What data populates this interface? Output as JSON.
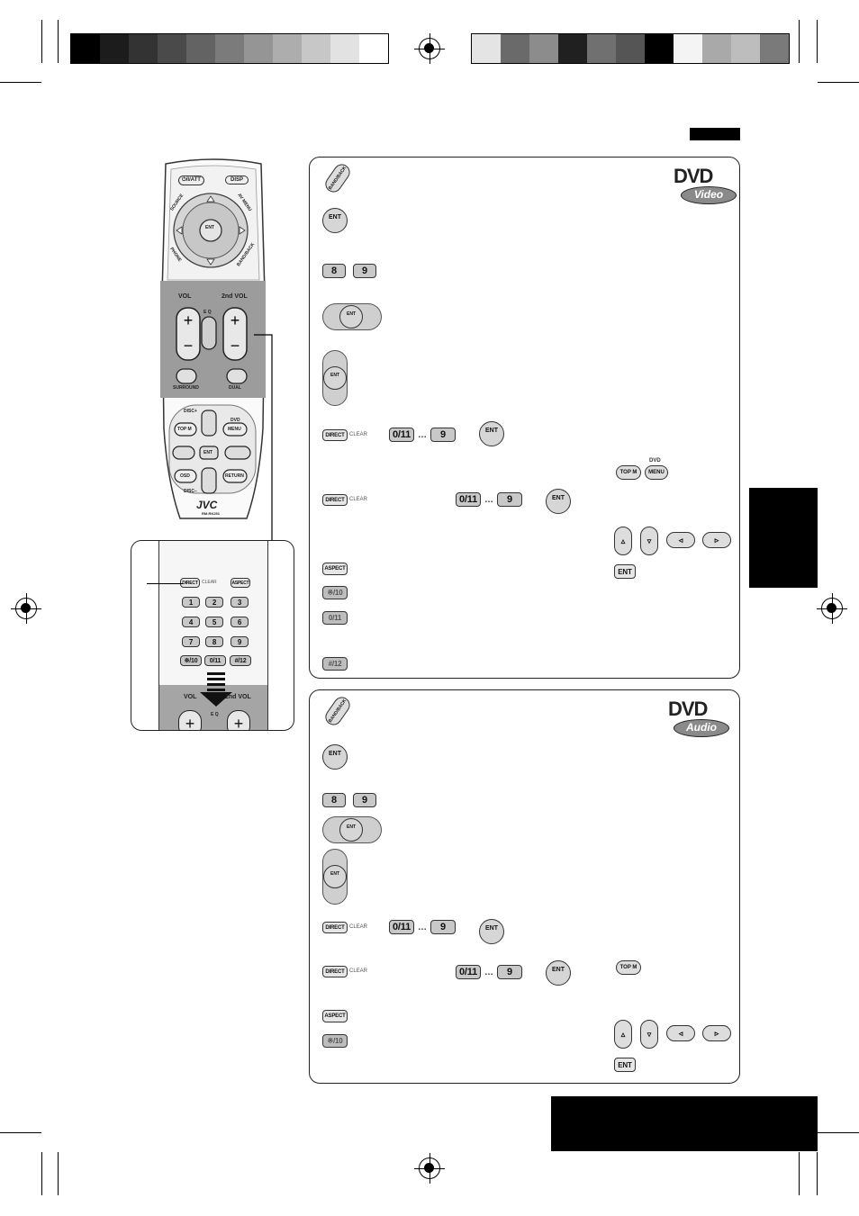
{
  "colors": {
    "calibration_left": [
      "#000000",
      "#1c1c1c",
      "#333333",
      "#4a4a4a",
      "#636363",
      "#7b7b7b",
      "#959595",
      "#adadad",
      "#c7c7c7",
      "#e2e2e2",
      "#ffffff"
    ],
    "calibration_right": [
      "#e4e4e4",
      "#6a6a6a",
      "#8c8c8c",
      "#202020",
      "#707070",
      "#555555",
      "#000000",
      "#f4f4f4",
      "#a9a9a9",
      "#bdbdbd",
      "#7a7a7a"
    ]
  },
  "remote": {
    "power": "⏻/I/ATT",
    "disp": "DISP",
    "source": "SOURCE",
    "av_menu": "AV MENU",
    "ent": "ENT",
    "phone": "PHONE",
    "band_back": "BAND/BACK",
    "vol": "VOL",
    "vol2": "2nd VOL",
    "eq": "E Q",
    "surround": "SURROUND",
    "dual": "DUAL",
    "disc_plus": "DISC+",
    "disc_minus": "DISC−",
    "topm": "TOP M",
    "dvd_menu_top": "DVD",
    "menu": "MENU",
    "osd": "OSD",
    "return": "RETURN",
    "brand": "JVC",
    "model": "RM-RK251"
  },
  "keypad": {
    "direct": "DIRECT",
    "clear": "CLEAR",
    "aspect": "ASPECT",
    "keys": [
      "1",
      "2",
      "3",
      "4",
      "5",
      "6",
      "7",
      "8",
      "9",
      "※/10",
      "0/11",
      "#/12"
    ],
    "vol": "VOL",
    "vol2": "2nd VOL",
    "eq": "E Q"
  },
  "video_panel": {
    "logo_main": "DVD",
    "logo_sub": "Video",
    "band_back": "BAND/BACK",
    "ent": "ENT",
    "key8": "8",
    "key9": "9",
    "direct": "DIRECT",
    "clear": "CLEAR",
    "key0": "0/11",
    "dots": "…",
    "topm": "TOP M",
    "dvd": "DVD",
    "menu": "MENU",
    "aspect": "ASPECT",
    "key10": "※/10",
    "key12": "#/12"
  },
  "audio_panel": {
    "logo_main": "DVD",
    "logo_sub": "Audio",
    "band_back": "BAND/BACK",
    "ent": "ENT",
    "key8": "8",
    "key9": "9",
    "direct": "DIRECT",
    "clear": "CLEAR",
    "key0": "0/11",
    "dots": "…",
    "topm": "TOP M",
    "aspect": "ASPECT",
    "key10": "※/10"
  }
}
